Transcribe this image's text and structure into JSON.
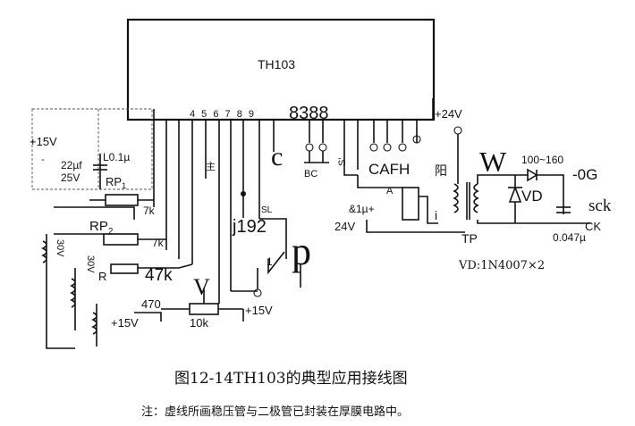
{
  "chip": {
    "name": "TH103",
    "pin_digits": "8388",
    "pins_left": "4 5 6 7 8 9"
  },
  "labels": {
    "v24": "+24V",
    "v15_top": "+15V",
    "v15_bottom1": "+15V",
    "v15_bottom2": "+15V",
    "cap_01": "L0.1µ",
    "cap_22": "22µf",
    "v25": "25V",
    "rp1": "RP",
    "rp1_sub": "1",
    "rp2": "RP",
    "rp2_sub": "2",
    "r7k_a": "7k",
    "r7k_b": "7k",
    "r47k": "47k",
    "v30_a": "30V",
    "v30_b": "30V",
    "r_lbl": "R",
    "r470": "470",
    "r10k": "10k",
    "v_lbl": "V",
    "j192": "j192",
    "sl": "SL",
    "p_lbl": "p",
    "one": "1",
    "c_lbl": "c",
    "bc": "BC",
    "s_lbl": "S'",
    "cafh": "CAFH",
    "a_lbl": "A",
    "yang": "阳",
    "cap1u": "&1µ+",
    "v24b": "24V",
    "w_lbl": "W",
    "range": "100~160",
    "og": "-0G",
    "vd": "VD",
    "sck": "sck",
    "ck": "CK",
    "c047": "0.047µ",
    "tp": "TP",
    "vd_spec": "VD:1N4007×2",
    "small_i": "i",
    "zhu": "主"
  },
  "caption": {
    "title": "图12-14TH103的典型应用接线图",
    "note": "注：虚线所画稳压管与二极管已封装在厚膜电路中。"
  }
}
